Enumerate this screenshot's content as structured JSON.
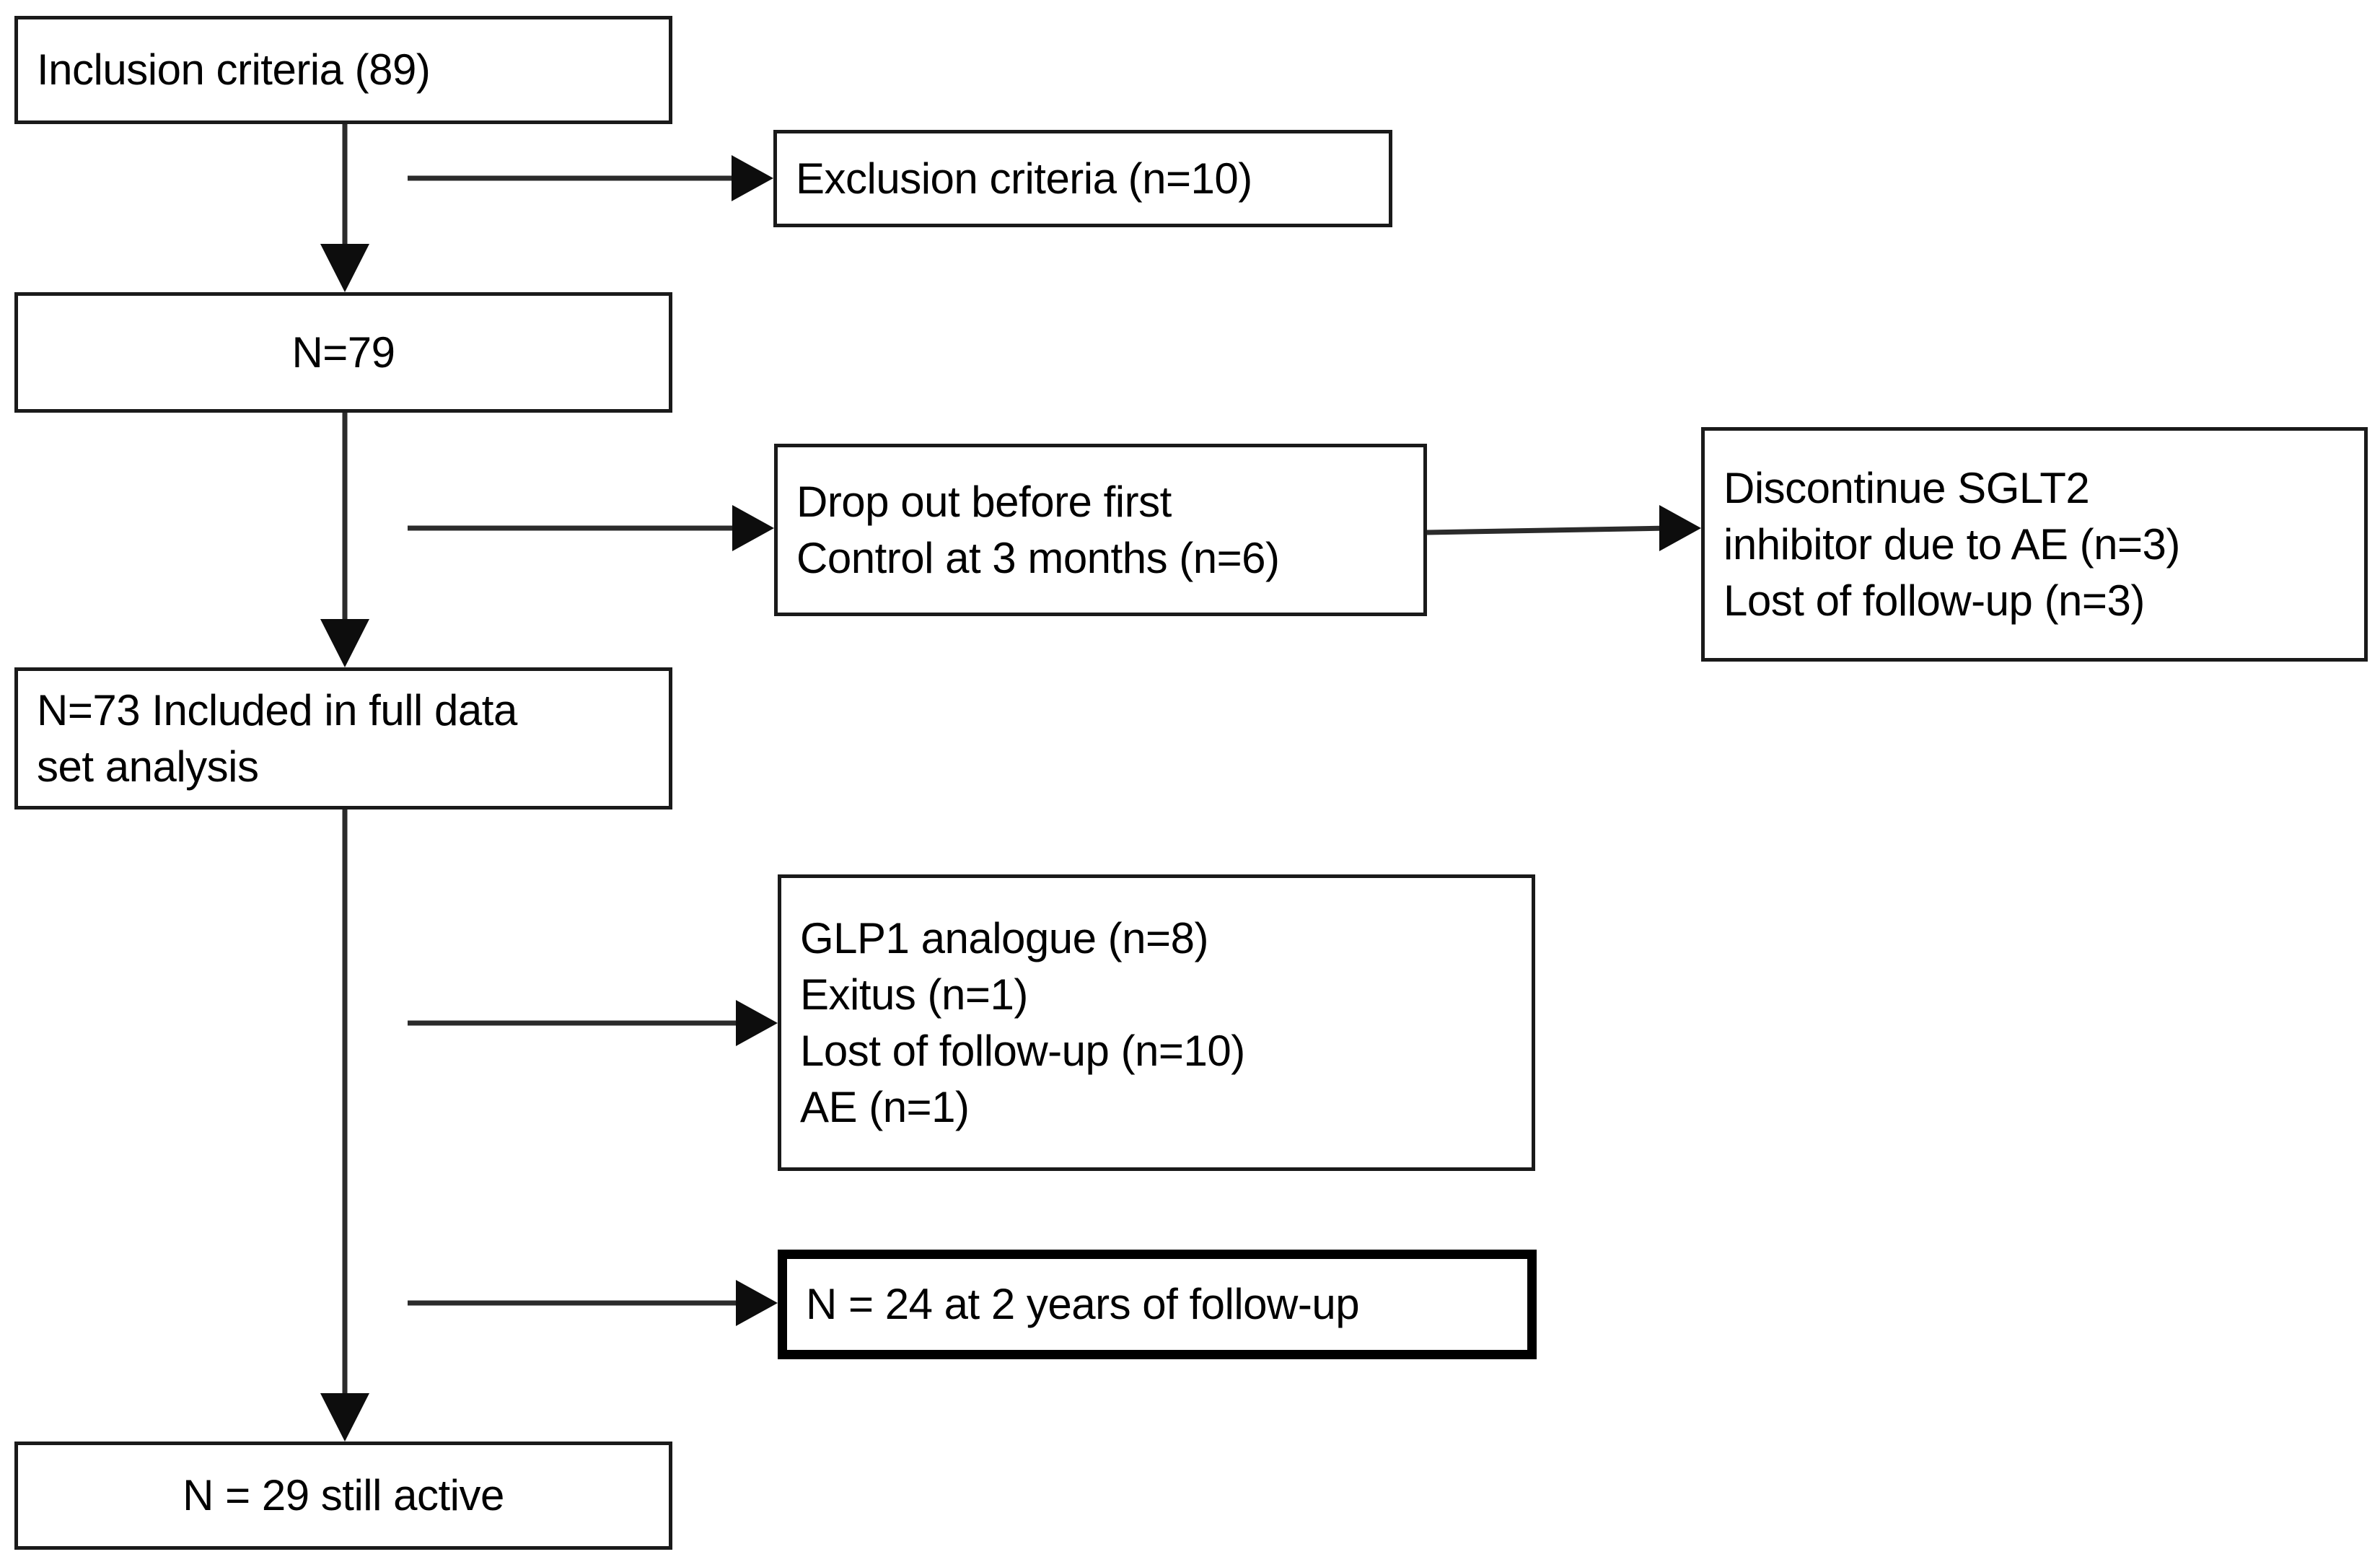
{
  "diagram": {
    "title": "Study participant flow diagram",
    "type": "flowchart",
    "stroke_color": "#2b2b2b",
    "box_border_color": "#1a1a1a",
    "emphasis_border_color": "#000000",
    "background_color": "#ffffff"
  },
  "nodes": {
    "inclusion": {
      "lines": [
        "Inclusion criteria (89)"
      ],
      "align": "left",
      "emphasis": false
    },
    "exclusion": {
      "lines": [
        "Exclusion criteria (n=10)"
      ],
      "align": "left",
      "emphasis": false
    },
    "n79": {
      "lines": [
        "N=79"
      ],
      "align": "center",
      "emphasis": false
    },
    "dropout": {
      "lines": [
        "Drop out before first",
        "Control at 3 months (n=6)"
      ],
      "align": "left",
      "emphasis": false
    },
    "discontinue": {
      "lines": [
        "Discontinue SGLT2",
        "inhibitor due to AE (n=3)",
        "Lost of follow-up (n=3)"
      ],
      "align": "left",
      "emphasis": false
    },
    "n73": {
      "lines": [
        "N=73 Included in full data",
        "set analysis"
      ],
      "align": "left",
      "emphasis": false
    },
    "reasons": {
      "lines": [
        "GLP1 analogue (n=8)",
        "Exitus (n=1)",
        "Lost of follow-up (n=10)",
        "AE (n=1)"
      ],
      "align": "left",
      "emphasis": false
    },
    "n24": {
      "lines": [
        "N = 24 at 2 years of follow-up"
      ],
      "align": "left",
      "emphasis": true
    },
    "n29": {
      "lines": [
        "N = 29 still active"
      ],
      "align": "center",
      "emphasis": false
    }
  },
  "edges": [
    {
      "name": "inclusion-to-n79",
      "from": "inclusion",
      "to": "n79",
      "direction": "down"
    },
    {
      "name": "trunk-to-exclusion",
      "from": "trunk",
      "to": "exclusion",
      "direction": "right"
    },
    {
      "name": "n79-to-n73",
      "from": "n79",
      "to": "n73",
      "direction": "down"
    },
    {
      "name": "trunk-to-dropout",
      "from": "trunk",
      "to": "dropout",
      "direction": "right"
    },
    {
      "name": "dropout-to-discontinue",
      "from": "dropout",
      "to": "discontinue",
      "direction": "right"
    },
    {
      "name": "trunk-to-reasons",
      "from": "trunk",
      "to": "reasons",
      "direction": "right"
    },
    {
      "name": "trunk-to-n24",
      "from": "trunk",
      "to": "n24",
      "direction": "right"
    },
    {
      "name": "n73-to-n29",
      "from": "n73",
      "to": "n29",
      "direction": "down"
    }
  ]
}
